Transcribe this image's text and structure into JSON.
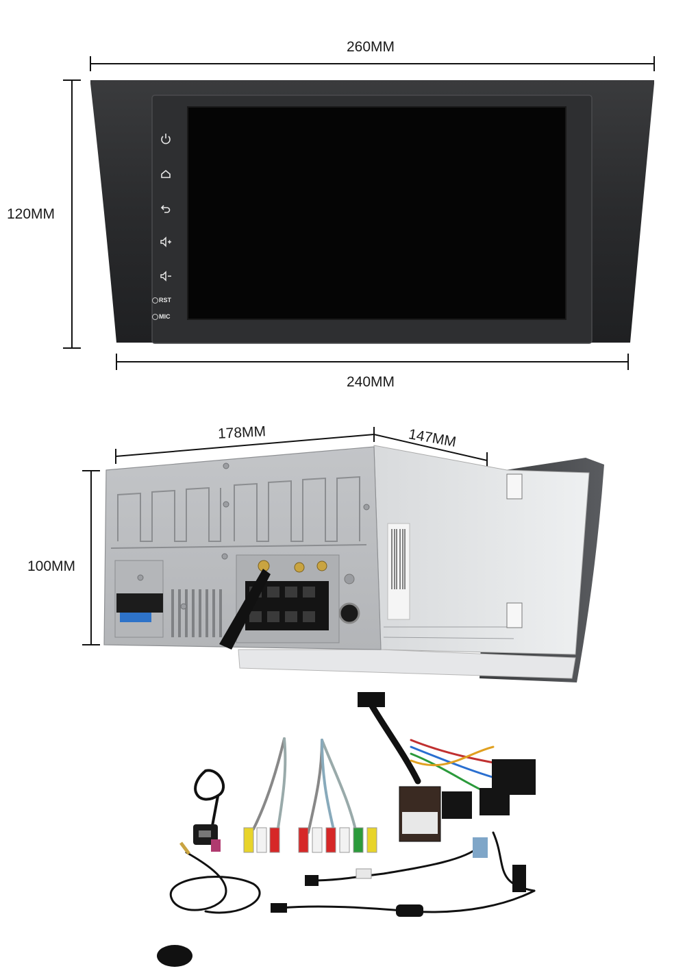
{
  "dimensions": {
    "front_width": "260MM",
    "front_height": "120MM",
    "bezel_width": "240MM",
    "body_width": "178MM",
    "body_depth": "147MM",
    "body_height": "100MM"
  },
  "front_panel": {
    "buttons": [
      {
        "icon": "power-icon"
      },
      {
        "icon": "home-icon"
      },
      {
        "icon": "back-icon"
      },
      {
        "icon": "volume-up-icon"
      },
      {
        "icon": "volume-down-icon"
      }
    ],
    "rst_label": "RST",
    "mic_label": "MIC"
  },
  "colors": {
    "panel": "#2b2c2e",
    "screen": "#050505",
    "chassis": "#c9cbce"
  }
}
